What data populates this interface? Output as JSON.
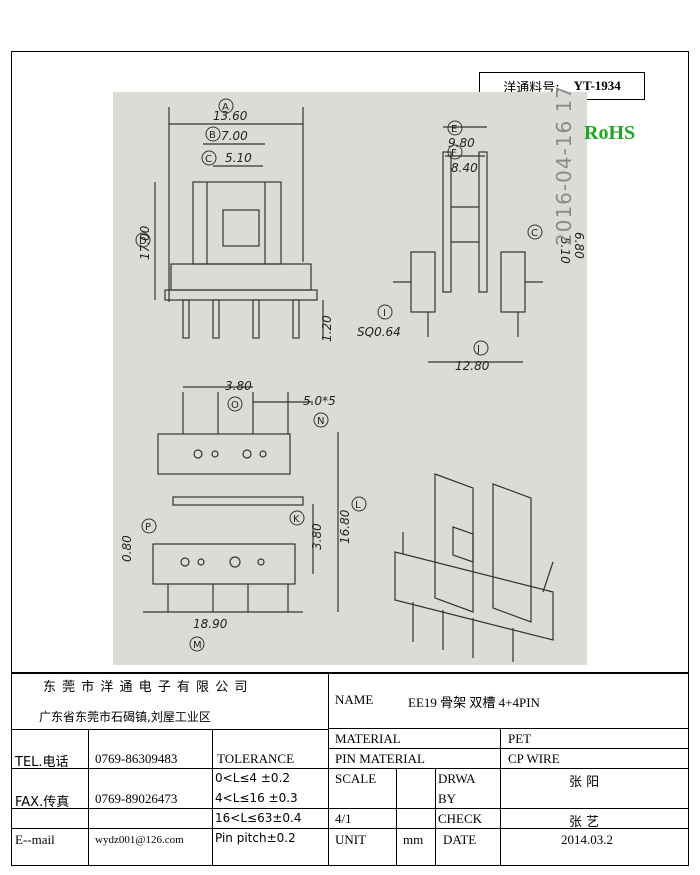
{
  "part_no": {
    "label": "洋通料号:",
    "value": "YT-1934"
  },
  "rohs": "RoHS",
  "stamp": "2016-04-16 17",
  "drawing": {
    "dims": {
      "A": "13.60",
      "B": "7.00",
      "C": "5.10",
      "D": "17.00",
      "lead": "1.20",
      "E": "9.80",
      "F": "8.40",
      "side_c": "5.10",
      "side_h": "6.80",
      "sq": "SQ0.64",
      "J": "12.80",
      "O": "3.80",
      "N": "5.0*5",
      "L": "16.80",
      "K": "3.80",
      "P": "0.80",
      "M": "18.90"
    },
    "circle_labels": [
      "A",
      "B",
      "C",
      "D",
      "E",
      "F",
      "C",
      "I",
      "J",
      "O",
      "N",
      "L",
      "K",
      "P",
      "M"
    ]
  },
  "title_block": {
    "company": "东 莞 市 洋 通 电 子 有 限 公 司",
    "address": "广东省东莞市石碣镇,刘屋工业区",
    "name_label": "NAME",
    "name_value": "EE19 骨架  双槽  4+4PIN",
    "material_label": "MATERIAL",
    "material_value": "PET",
    "pin_material_label": "PIN MATERIAL",
    "pin_material_value": "CP WIRE",
    "tel_label": "TEL.电话",
    "tel_value": "0769-86309483",
    "tolerance_label": "TOLERANCE",
    "tol1": "0<L≤4   ±0.2",
    "tol2": "4<L≤16  ±0.3",
    "tol3": "16<L≤63±0.4",
    "tol4": "Pin pitch±0.2",
    "fax_label": "FAX.传真",
    "fax_value": "0769-89026473",
    "scale_label": "SCALE",
    "scale_value": "4/1",
    "drwa_label1": "DRWA",
    "drwa_label2": "BY",
    "drwa_value": "张  阳",
    "check_label": "CHECK",
    "check_value": "张  艺",
    "email_label": "E--mail",
    "email_value": "wydz001@126.com",
    "unit_label": "UNIT",
    "unit_value": "mm",
    "date_label": "DATE",
    "date_value": "2014.03.2"
  }
}
